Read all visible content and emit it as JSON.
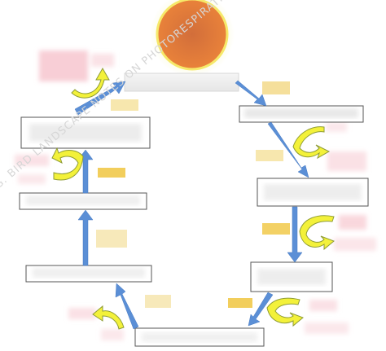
{
  "diagram": {
    "boxes": [
      {
        "id": "top",
        "label": ""
      },
      {
        "id": "right-1",
        "label": ""
      },
      {
        "id": "right-2",
        "label": ""
      },
      {
        "id": "right-3",
        "label": ""
      },
      {
        "id": "bottom",
        "label": ""
      },
      {
        "id": "left-3",
        "label": ""
      },
      {
        "id": "left-2",
        "label": ""
      },
      {
        "id": "left-1",
        "label": ""
      }
    ],
    "labels": [],
    "watermark": "G. BIRD  LANDSCAPE  NOTES ON  PHOTORESPIRATION AND",
    "colors": {
      "arrow": "#5b8fd6",
      "curve": "#f3f13a",
      "curve_outline": "#9aa53a",
      "sun_core": "#e07a33",
      "sun_glow": "#f4f08a",
      "label_patch": "#f6e7a7",
      "blur_pink": "#f7cfd6"
    }
  }
}
